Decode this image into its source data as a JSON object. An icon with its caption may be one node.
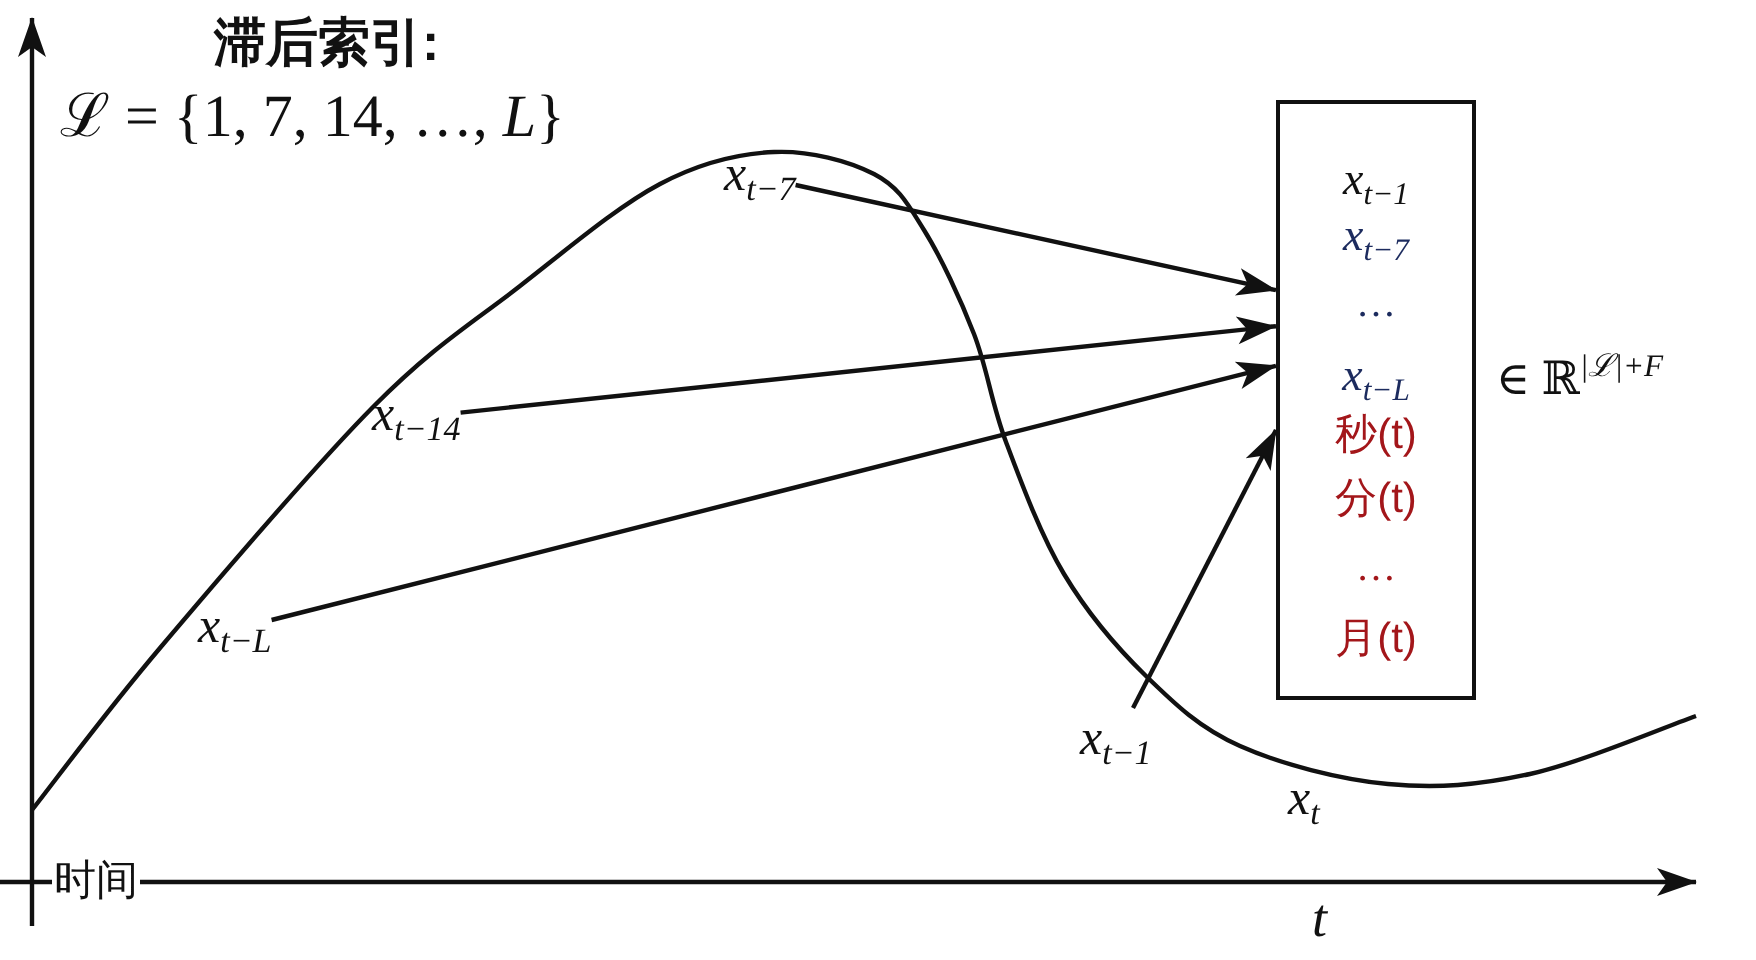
{
  "diagram": {
    "nodes": [
      {
        "text": [
          "*x*$_{t−7}$"
        ]
      },
      {
        "text": [
          "*x*$_{t−14}$"
        ]
      },
      {
        "text": [
          "*x*$_{t−L}$"
        ]
      },
      {
        "text": [
          "*x*$_{t−1}$"
        ]
      },
      {
        "text": [
          "*x*$_{t−1}$",
          "*x*$_{t−7}$",
          "…",
          "*x*$_{t−L}$",
          "秒(t)",
          "分(t)",
          "…",
          "月(t)"
        ],
        "beside": [
          "∈ ℝ$^{|ℒ|+F}$"
        ]
      }
    ],
    "edges": [
      {
        "from": 0,
        "to": 4,
        "arrow": "to"
      },
      {
        "from": 1,
        "to": 4,
        "arrow": "to"
      },
      {
        "from": 2,
        "to": 4,
        "arrow": "to"
      },
      {
        "from": 3,
        "to": 4,
        "arrow": "to"
      }
    ],
    "labels": [
      "滞后索引:",
      "ℒ = {1, 7, 14, …, *L*}",
      "*x*$_{t}$",
      "时间",
      "t"
    ]
  }
}
